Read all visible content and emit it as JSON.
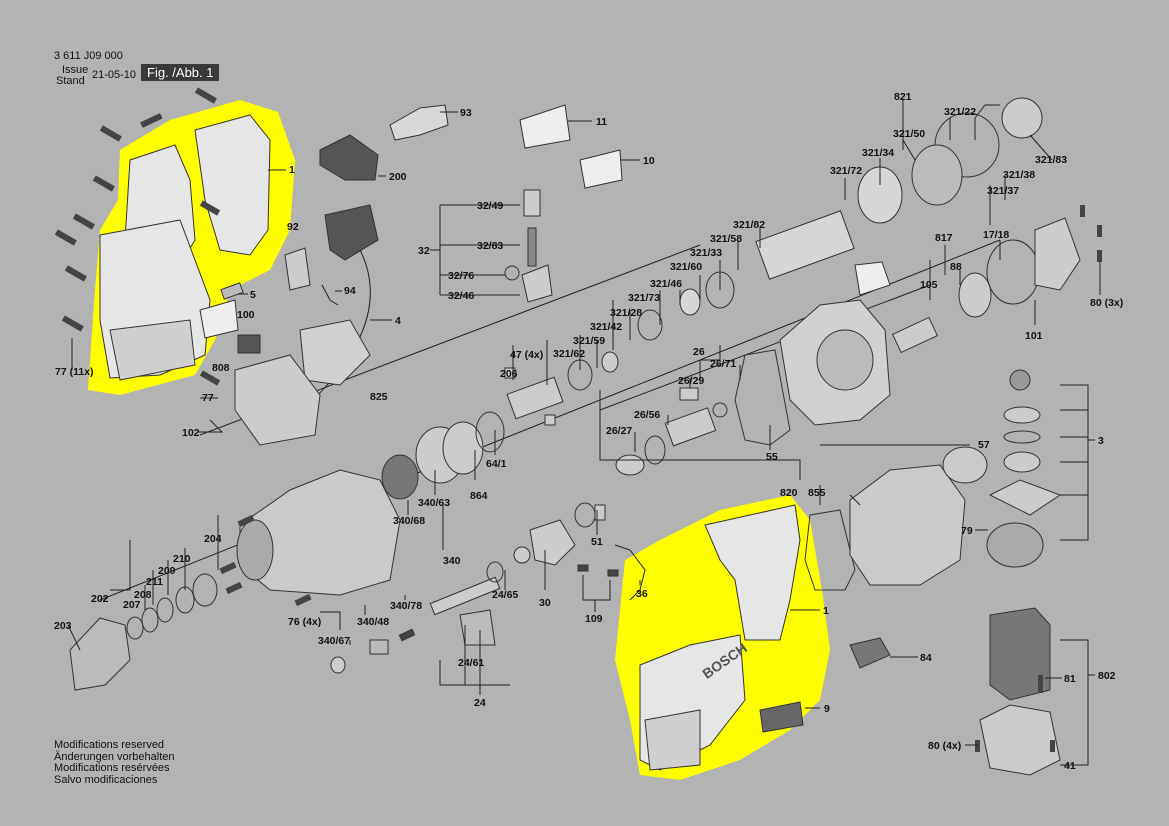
{
  "header": {
    "doc_number": "3 611 J09 000",
    "issue_label": "Issue",
    "stand_label": "Stand",
    "date": "21-05-10",
    "figure_label": "Fig. /Abb. 1"
  },
  "footer": {
    "lines": [
      "Modifications reserved",
      "Änderungen vorbehalten",
      "Modifications resérvées",
      "Salvo modificaciones"
    ]
  },
  "brand_mark": "BOSCH",
  "colors": {
    "background": "#b3b3b3",
    "highlight": "#ffff00",
    "line": "#222222"
  },
  "labels": {
    "l93": "93",
    "l11": "11",
    "l10": "10",
    "l200": "200",
    "l1a": "1",
    "l92": "92",
    "l5": "5",
    "l94": "94",
    "l4": "4",
    "l100": "100",
    "l808": "808",
    "l77": "77",
    "l77x": "77 (11x)",
    "l102": "102",
    "l825": "825",
    "l206": "206",
    "l47": "47 (4x)",
    "l32_49": "32/49",
    "l32": "32",
    "l32_83": "32/83",
    "l32_76": "32/76",
    "l32_46": "32/46",
    "l321_62": "321/62",
    "l321_59": "321/59",
    "l321_42": "321/42",
    "l321_28": "321/28",
    "l321_73": "321/73",
    "l321_46": "321/46",
    "l321_60": "321/60",
    "l321_33": "321/33",
    "l321_58": "321/58",
    "l321_82": "321/82",
    "l321_72": "321/72",
    "l321_34": "321/34",
    "l321_50": "321/50",
    "l821": "821",
    "l321_22": "321/22",
    "l321_83": "321/83",
    "l321_38": "321/38",
    "l321_37": "321/37",
    "l817": "817",
    "l17_18": "17/18",
    "l105": "105",
    "l88": "88",
    "l80_3x": "80 (3x)",
    "l101": "101",
    "l26": "26",
    "l26_71": "26/71",
    "l26_29": "26/29",
    "l26_56": "26/56",
    "l26_27": "26/27",
    "l55": "55",
    "l57": "57",
    "l3": "3",
    "l64_1": "64/1",
    "l864": "864",
    "l340_63": "340/63",
    "l340_68": "340/68",
    "l340": "340",
    "l820": "820",
    "l855": "855",
    "l79": "79",
    "l204": "204",
    "l210": "210",
    "l209": "209",
    "l211": "211",
    "l208": "208",
    "l207": "207",
    "l202": "202",
    "l203": "203",
    "l76": "76 (4x)",
    "l340_48": "340/48",
    "l340_78": "340/78",
    "l340_67": "340/67",
    "l24_65": "24/65",
    "l30": "30",
    "l51": "51",
    "l36": "36",
    "l109": "109",
    "l1b": "1",
    "l24_61": "24/61",
    "l24": "24",
    "l84": "84",
    "l81": "81",
    "l802": "802",
    "l9": "9",
    "l80_4x": "80 (4x)",
    "l41": "41"
  }
}
